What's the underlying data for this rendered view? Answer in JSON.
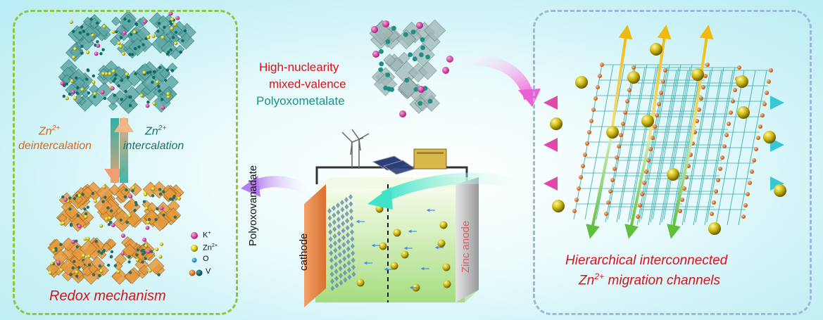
{
  "left_panel": {
    "arrow_left_label": {
      "ion": "Zn",
      "charge": "2+",
      "process": "deintercalation"
    },
    "arrow_right_label": {
      "ion": "Zn",
      "charge": "2+",
      "process": "intercalation"
    },
    "title": "Redox mechanism",
    "legend": [
      {
        "label": "K",
        "charge": "+",
        "color": "#d63fa3"
      },
      {
        "label": "Zn",
        "charge": "2+",
        "color": "#e4dc1c"
      },
      {
        "label": "O",
        "charge": "",
        "color": "#1fa0d8"
      },
      {
        "label": "V",
        "charge": "",
        "color": "#e07a2a"
      }
    ],
    "colors": {
      "border": "#8dc63f",
      "title": "#d4141c",
      "deintercalation": "#d2691e",
      "intercalation": "#1b6f6c"
    }
  },
  "center": {
    "pom_label": {
      "line1": "High-nuclearity",
      "line2": "mixed-valence",
      "line3": "Polyoxometalate"
    },
    "cathode_label": {
      "line1": "Polyoxovanadate",
      "line2": "cathode"
    },
    "anode_label": "Zinc anode",
    "colors": {
      "pom_text_red": "#d4141c",
      "pom_text_teal": "#1c8f8c",
      "cathode": "#e98a4e",
      "anode": "#b8b8b8"
    }
  },
  "right_panel": {
    "title": {
      "line1": "Hierarchical interconnected",
      "line2_ion": "Zn",
      "line2_charge": "2+",
      "line2_rest": " migration channels"
    },
    "colors": {
      "border": "#9fb8d8",
      "title": "#d4141c",
      "grid": "#2aa6a6"
    }
  }
}
